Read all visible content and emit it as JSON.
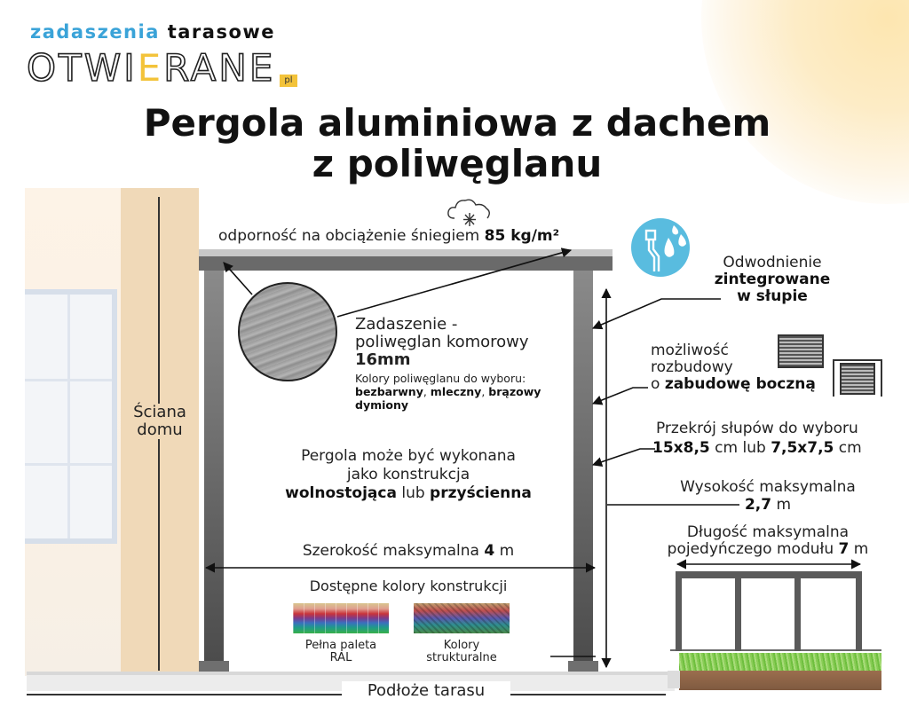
{
  "logo": {
    "line1_blue": "zadaszenia",
    "line1_dark": "tarasowe",
    "main_part1": "OTWI",
    "main_e": "E",
    "main_part2": "RANE",
    "tld": "pl",
    "colors": {
      "blue": "#3aa3d8",
      "yellow": "#f3c33a"
    }
  },
  "title": {
    "line1": "Pergola aluminiowa z dachem",
    "line2": "z poliwęglanu"
  },
  "wall": {
    "label_line1": "Ściana",
    "label_line2": "domu"
  },
  "snow": {
    "icon": "snowflake-cloud-icon",
    "text": "odporność na obciążenie śniegiem",
    "value": "85 kg/m²"
  },
  "roofing": {
    "line1": "Zadaszenie -",
    "line2": "poliwęglan komorowy",
    "thickness": "16mm",
    "colors_intro": "Kolory poliwęglanu do wyboru:",
    "colors": [
      "bezbarwny",
      "mleczny",
      "brązowy",
      "dymiony"
    ]
  },
  "construction": {
    "line1": "Pergola może być wykonana",
    "line2": "jako konstrukcja",
    "option1": "wolnostojąca",
    "connector": "lub",
    "option2": "przyścienna"
  },
  "width": {
    "text": "Szerokość maksymalna",
    "value": "4",
    "unit": "m"
  },
  "frame_colors": {
    "title": "Dostępne kolory konstrukcji",
    "options": [
      {
        "label_line1": "Pełna paleta",
        "label_line2": "RAL"
      },
      {
        "label_line1": "Kolory",
        "label_line2": "strukturalne"
      }
    ]
  },
  "ground": {
    "label": "Podłoże tarasu"
  },
  "drainage": {
    "icon": "drainpipe-water-icon",
    "line1": "Odwodnienie",
    "line2": "zintegrowane",
    "line3": "w słupie",
    "icon_color": "#59bcdf"
  },
  "extension": {
    "line1": "możliwość",
    "line2": "rozbudowy",
    "prefix": "o",
    "bold": "zabudowę boczną",
    "icon": "side-shutter-icon"
  },
  "posts": {
    "line1": "Przekrój słupów do wyboru",
    "option1": "15x8,5",
    "unit1": "cm",
    "connector": "lub",
    "option2": "7,5x7,5",
    "unit2": "cm"
  },
  "height": {
    "line1": "Wysokość maksymalna",
    "value": "2,7",
    "unit": "m"
  },
  "length": {
    "line1": "Długość  maksymalna",
    "line2": "pojedyńczego modułu",
    "value": "7",
    "unit": "m"
  }
}
